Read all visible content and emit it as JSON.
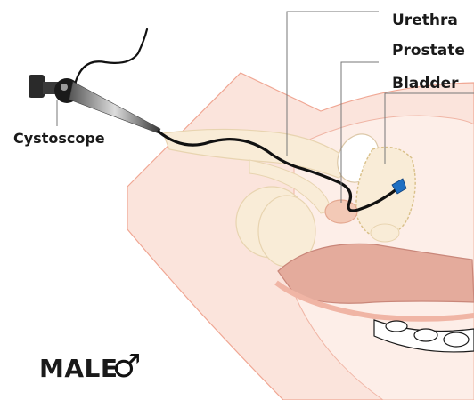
{
  "labels": {
    "urethra": "Urethra",
    "prostate": "Prostate",
    "bladder": "Bladder",
    "cystoscope": "Cystoscope"
  },
  "sex": {
    "text": "MALE",
    "symbol": "♂"
  },
  "colors": {
    "fan_fill": "#fbe4dc",
    "fan_stroke": "#f0a794",
    "tissue_fill": "#f9ecd7",
    "tissue_stroke": "#e8d4b0",
    "rectum_fill": "#e4ab9c",
    "scope_line": "#111111",
    "scope_tip": "#1f6fc2",
    "leader_line": "#777777"
  },
  "icons": {
    "scope_eyepiece": "cystoscope-eyepiece-icon",
    "male_symbol": "male-symbol-icon"
  }
}
